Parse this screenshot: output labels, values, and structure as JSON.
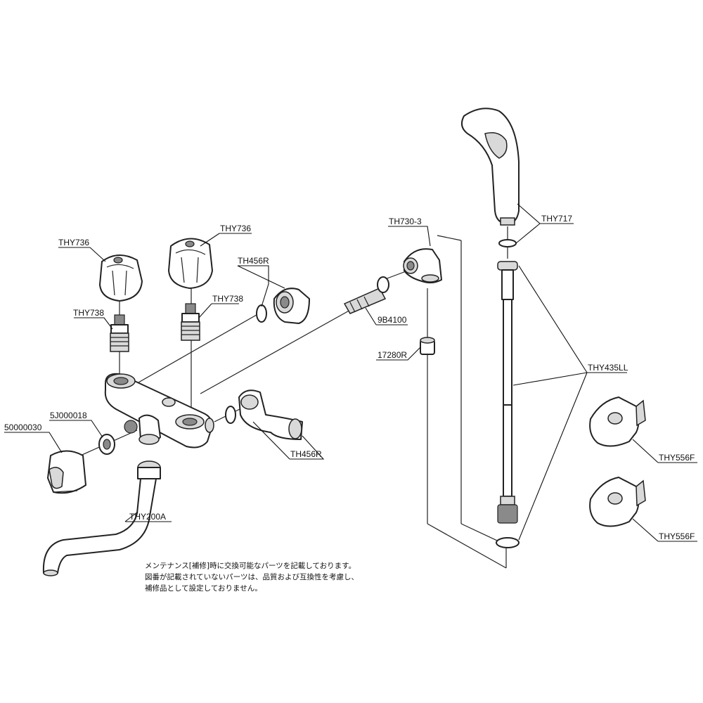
{
  "labels": {
    "thy736_left": "THY736",
    "thy736_right": "THY736",
    "thy738_left": "THY738",
    "thy738_right": "THY738",
    "th456r_top": "TH456R",
    "th456r_bottom": "TH456R",
    "sj000018": "5J000018",
    "s0000030": "50000030",
    "thy200a": "THY200A",
    "th730_3": "TH730-3",
    "s9b4100": "9B4100",
    "s17280r": "17280R",
    "thy717": "THY717",
    "thy435ll": "THY435LL",
    "thy556f_top": "THY556F",
    "thy556f_bottom": "THY556F"
  },
  "note": {
    "line1": "メンテナンス[補修]時に交換可能なパーツを記載しております。",
    "line2": "図番が記載されていないパーツは、品質および互換性を考慮し、",
    "line3": "補修品として設定しておりません。"
  }
}
